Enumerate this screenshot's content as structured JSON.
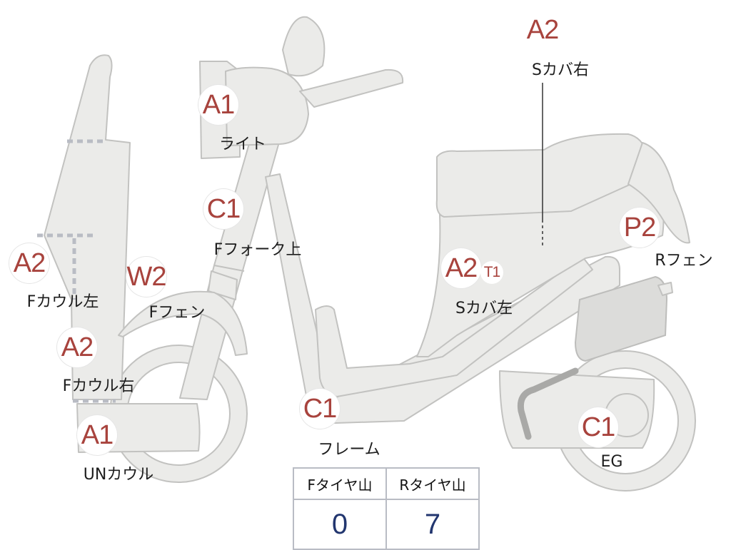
{
  "markers": [
    {
      "key": "light",
      "grade": "A1",
      "label": "ライト"
    },
    {
      "key": "f_fork_upper",
      "grade": "C1",
      "label": "Fフォーク上"
    },
    {
      "key": "f_cowl_left",
      "grade": "A2",
      "label": "Fカウル左"
    },
    {
      "key": "f_fender",
      "grade": "W2",
      "label": "Fフェン"
    },
    {
      "key": "f_cowl_right",
      "grade": "A2",
      "label": "Fカウル右"
    },
    {
      "key": "un_cowl",
      "grade": "A1",
      "label": "UNカウル"
    },
    {
      "key": "frame",
      "grade": "C1",
      "label": "フレーム"
    },
    {
      "key": "s_cover_left",
      "grade": "A2",
      "extra_grade": "T1",
      "label": "Sカバ左"
    },
    {
      "key": "s_cover_right",
      "grade": "A2",
      "label": "Sカバ右"
    },
    {
      "key": "r_fender",
      "grade": "P2",
      "label": "Rフェン"
    },
    {
      "key": "engine",
      "grade": "C1",
      "label": "EG"
    }
  ],
  "tire_table": {
    "headers": [
      "Fタイヤ山",
      "Rタイヤ山"
    ],
    "values": [
      "0",
      "7"
    ]
  },
  "colors": {
    "grade_text": "#a8433d",
    "table_value": "#22366f",
    "table_border": "#b9bcc4",
    "body_fill": "#ebebe9",
    "body_stroke": "#c2c2c0"
  }
}
